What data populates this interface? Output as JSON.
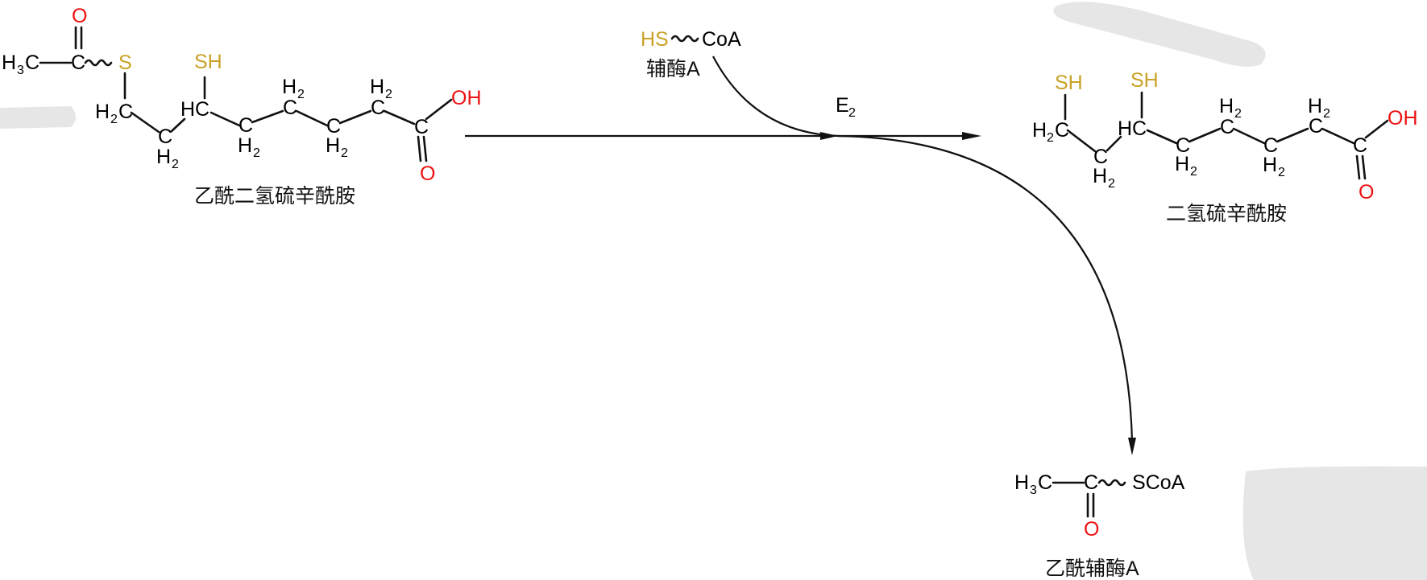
{
  "colors": {
    "bond": "#111111",
    "carbon": "#111111",
    "oxygen": "#ee1111",
    "sulfur": "#c9a227",
    "smudge": "#e6e6e6"
  },
  "reactant": {
    "name": "乙酰二氢硫辛酰胺",
    "atoms": {
      "h3c": "H",
      "h3c_sub": "3",
      "h3c_c": "C",
      "acyl_c": "C",
      "o_top": "O",
      "s": "S",
      "sh": "SH",
      "h2c": "H",
      "h2c_sub": "2",
      "h2c_c": "C",
      "hc": "HC",
      "c": "C",
      "h": "H",
      "h_sub": "2",
      "oh": "OH",
      "o_bottom": "O"
    }
  },
  "coenzyme": {
    "hs": "HS",
    "coa": "CoA",
    "name": "辅酶A"
  },
  "enzyme": {
    "label": "E",
    "sub": "2"
  },
  "product1": {
    "name": "二氢硫辛酰胺",
    "atoms": {
      "sh": "SH",
      "oh": "OH",
      "o": "O",
      "hc": "HC",
      "c": "C",
      "h": "H",
      "h_sub": "2"
    }
  },
  "product2": {
    "name": "乙酰辅酶A",
    "atoms": {
      "h3c": "H",
      "h3c_sub": "3",
      "c": "C",
      "scoa": "SCoA",
      "o": "O"
    }
  }
}
